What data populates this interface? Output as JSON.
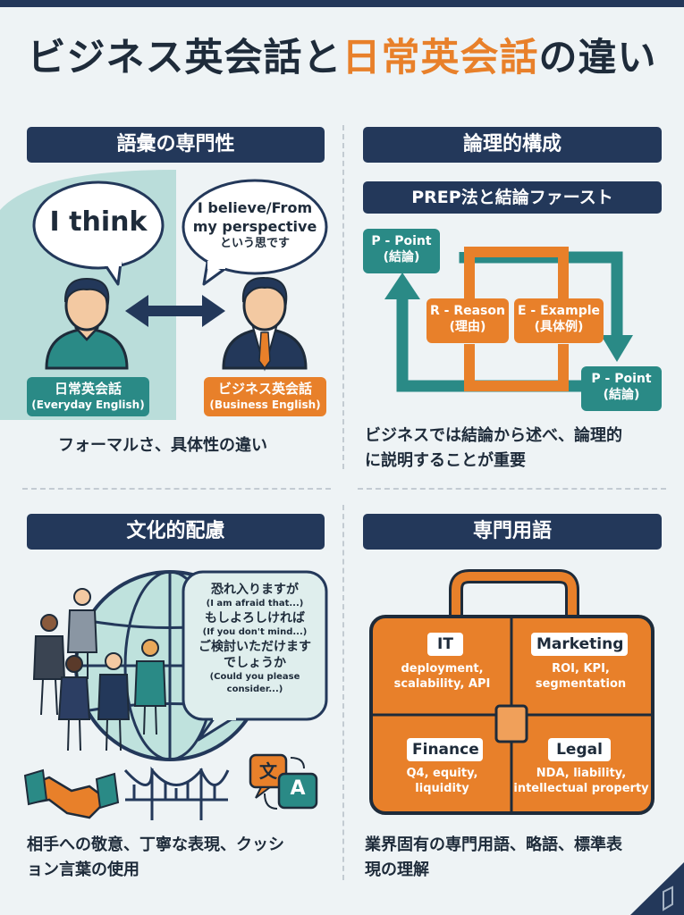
{
  "title": {
    "part1": "ビジネス英会話と",
    "part2": "日常英会話",
    "part3": "の違い"
  },
  "colors": {
    "navy": "#23385a",
    "orange": "#e8802a",
    "teal": "#2a8a86",
    "background": "#eef3f5"
  },
  "sections": {
    "vocabulary": {
      "heading": "語彙の専門性",
      "casual_bubble": "I think",
      "formal_bubble_line1": "I believe/From",
      "formal_bubble_line2": "my perspective",
      "formal_bubble_line3": "という思です",
      "casual_tag_jp": "日常英会話",
      "casual_tag_en": "(Everyday English)",
      "formal_tag_jp": "ビジネス英会話",
      "formal_tag_en": "(Business English)",
      "caption": "フォーマルさ、具体性の違い"
    },
    "logic": {
      "heading": "論理的構成",
      "subheading": "PREP法と結論ファースト",
      "point_top_line1": "P - Point",
      "point_top_line2": "(結論)",
      "reason_line1": "R - Reason",
      "reason_line2": "(理由)",
      "example_line1": "E - Example",
      "example_line2": "(具体例)",
      "point_bottom_line1": "P - Point",
      "point_bottom_line2": "(結論)",
      "caption_line1": "ビジネスでは結論から述べ、論理的",
      "caption_line2": "に説明することが重要"
    },
    "culture": {
      "heading": "文化的配慮",
      "phrases": [
        {
          "jp": "恐れ入りますが",
          "en": "(I am afraid that...)"
        },
        {
          "jp": "もしよろしければ",
          "en": "(If you don't mind...)"
        },
        {
          "jp": "ご検討いただけます",
          "jp2": "でしょうか",
          "en": "(Could you please consider...)"
        }
      ],
      "translate_icon_text": "文",
      "translate_icon_letter": "A",
      "caption_line1": "相手への敬意、丁寧な表現、クッシ",
      "caption_line2": "ョン言葉の使用"
    },
    "terminology": {
      "heading": "専門用語",
      "quadrants": [
        {
          "title": "IT",
          "line1": "deployment,",
          "line2": "scalability, API"
        },
        {
          "title": "Marketing",
          "line1": "ROI, KPI,",
          "line2": "segmentation"
        },
        {
          "title": "Finance",
          "line1": "Q4, equity,",
          "line2": "liquidity"
        },
        {
          "title": "Legal",
          "line1": "NDA, liability,",
          "line2": "intellectual property"
        }
      ],
      "caption_line1": "業界固有の専門用語、略語、標準表",
      "caption_line2": "現の理解"
    }
  }
}
